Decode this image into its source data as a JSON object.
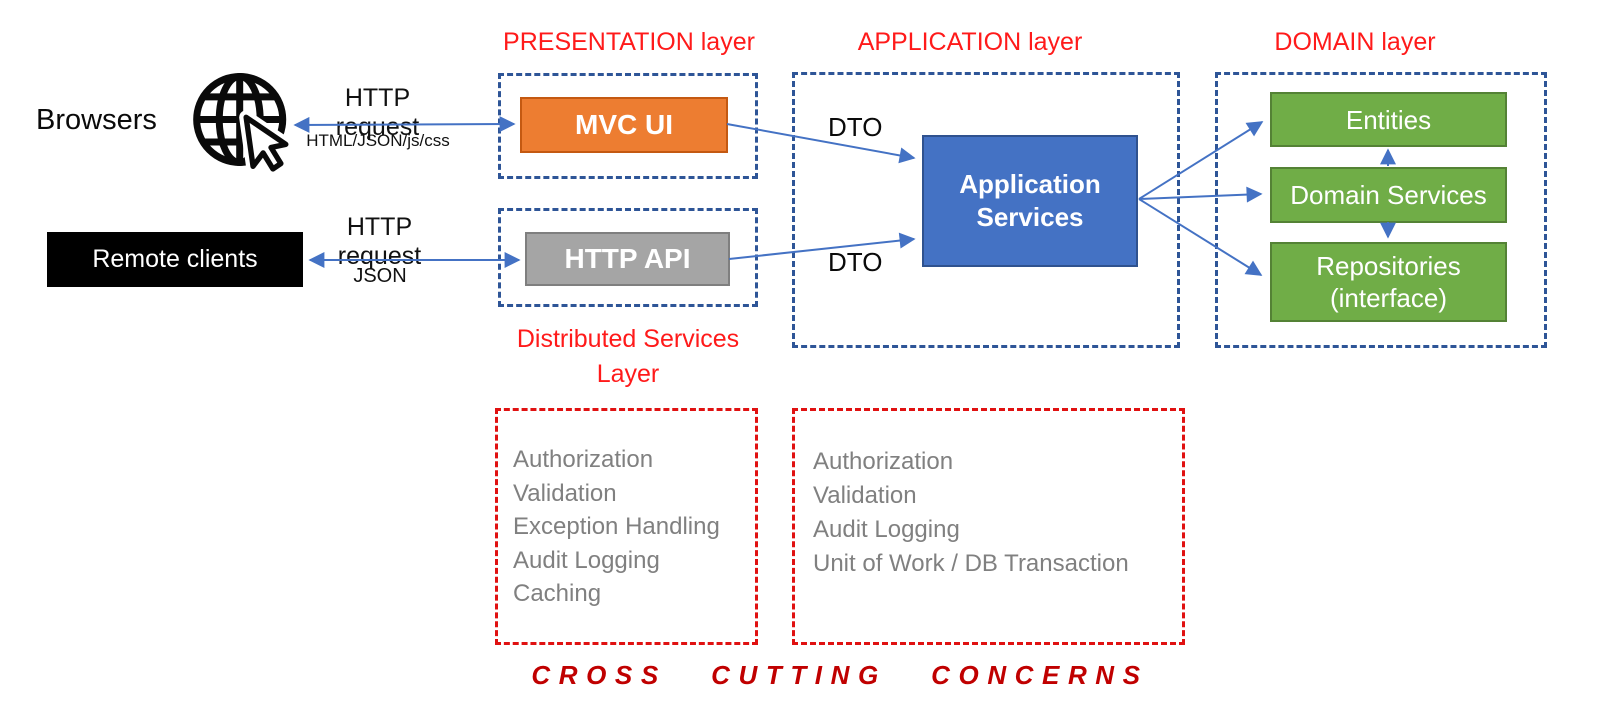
{
  "colors": {
    "layer_title_red": "#FF1A1A",
    "dashed_red": "#E01111",
    "cross_cutting_red": "#C00000",
    "dashed_blue": "#2E5597",
    "arrow_blue": "#4472C4",
    "mvc_orange": "#ED7D31",
    "mvc_orange_border": "#C45911",
    "http_api_gray": "#A5A5A5",
    "http_api_gray_border": "#7F7F7F",
    "app_services_blue": "#4472C4",
    "app_services_blue_border": "#2F528F",
    "domain_green": "#70AD47",
    "domain_green_border": "#548235",
    "list_text_gray": "#808080",
    "remote_clients_bg": "#000000"
  },
  "actors": {
    "browsers": {
      "label": "Browsers",
      "icon": "globe-cursor-icon"
    },
    "remote_clients": {
      "label": "Remote clients"
    }
  },
  "connections": {
    "browser": {
      "top": "HTTP request",
      "bottom": "HTML/JSON/js/css"
    },
    "remote": {
      "top": "HTTP request",
      "bottom": "JSON"
    },
    "dto_top": "DTO",
    "dto_bottom": "DTO"
  },
  "layers": {
    "presentation": {
      "title": "PRESENTATION layer",
      "box": "MVC UI"
    },
    "distributed_services": {
      "title_line1": "Distributed Services",
      "title_line2": "Layer",
      "box": "HTTP API"
    },
    "application": {
      "title": "APPLICATION layer",
      "box_line1": "Application",
      "box_line2": "Services"
    },
    "domain": {
      "title": "DOMAIN layer",
      "boxes": [
        "Entities",
        "Domain Services",
        "Repositories (interface)"
      ]
    }
  },
  "cross_cutting": {
    "title": "CROSS CUTTING CONCERNS",
    "left_box_items": [
      "Authorization",
      "Validation",
      "Exception Handling",
      "Audit Logging",
      "Caching"
    ],
    "right_box_items": [
      "Authorization",
      "Validation",
      "Audit Logging",
      "Unit of Work / DB Transaction"
    ]
  }
}
